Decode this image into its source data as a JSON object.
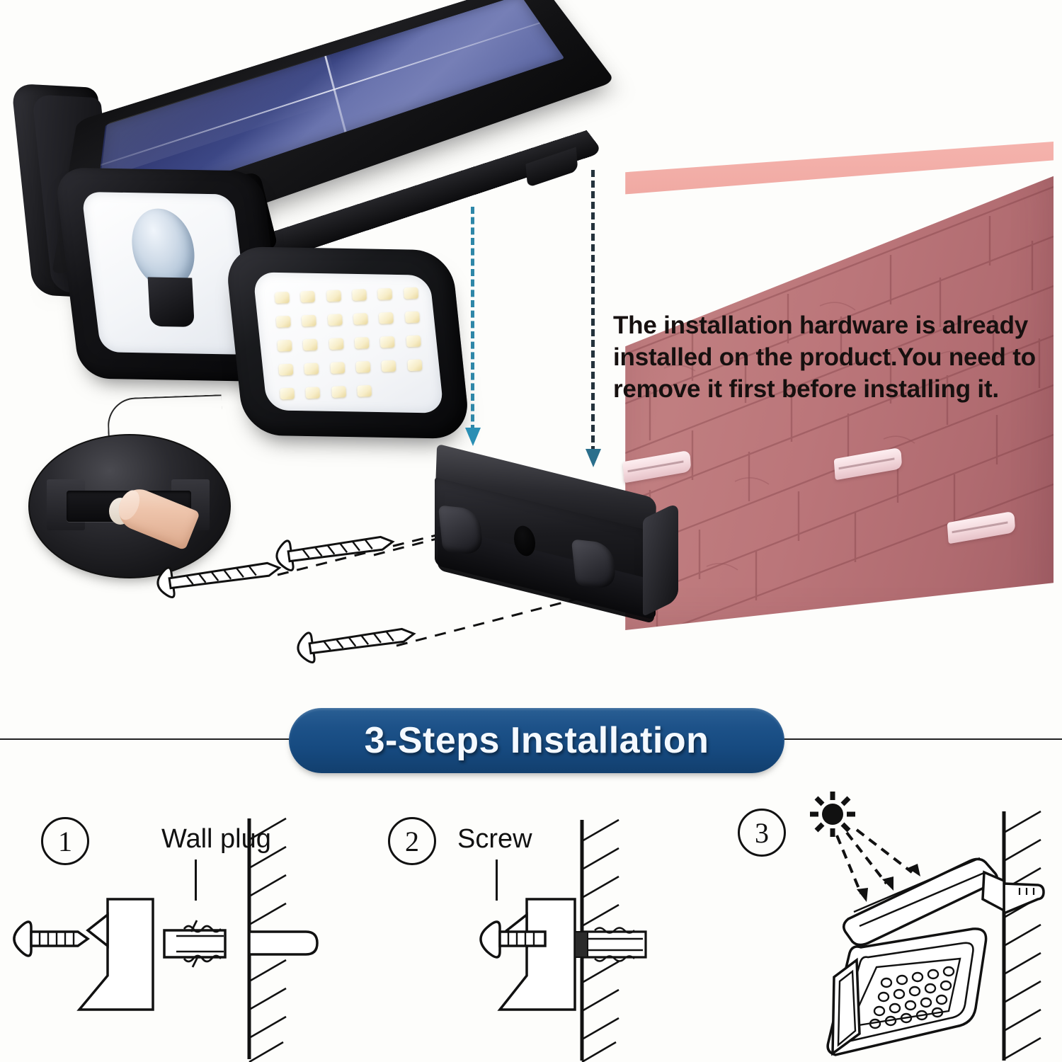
{
  "document": {
    "type": "product-installation-instructions",
    "product": "solar motion sensor security light"
  },
  "top_section": {
    "notice_text": "The installation hardware is already installed on the product.You need to remove it first before installing it.",
    "notice_color": "#16100f",
    "wall": {
      "material": "brick",
      "face_color": "#b87378",
      "top_color": "#f2aba5",
      "wall_plug_count": 3,
      "wall_plug_color": "#fdeef0"
    },
    "lamp": {
      "solar_panel": {
        "cell_rows": 2,
        "cell_cols": 2,
        "color_dark": "#2a3263",
        "color_light": "#767fb6",
        "frame_color": "#141417"
      },
      "heads": [
        {
          "name": "center-head",
          "feature": "pir-motion-sensor"
        },
        {
          "name": "right-head",
          "feature": "led-array",
          "led_rows": 5,
          "led_cols": 6
        }
      ],
      "body_color": "#101012"
    },
    "inset": {
      "shape": "oval",
      "depicts": "finger pressing the release button on the mounting plate"
    },
    "bracket": {
      "name": "wall mounting bracket",
      "color": "#1b1b1f",
      "screw_count": 3
    },
    "arrows": {
      "count": 2,
      "direction": "down",
      "style": "dashed",
      "color": "#2b8fb4"
    }
  },
  "banner": {
    "title": "3-Steps Installation",
    "background_color": "#1d5289",
    "text_color": "#f4f9ff"
  },
  "steps": [
    {
      "number": "1",
      "label": "Wall plug",
      "parts": [
        "screw",
        "bracket",
        "wall plug",
        "wall"
      ]
    },
    {
      "number": "2",
      "label": "Screw",
      "parts": [
        "screw",
        "bracket",
        "wall plug",
        "wall"
      ]
    },
    {
      "number": "3",
      "label": "",
      "parts": [
        "sun",
        "sun rays",
        "mounted solar light",
        "wall"
      ]
    }
  ]
}
